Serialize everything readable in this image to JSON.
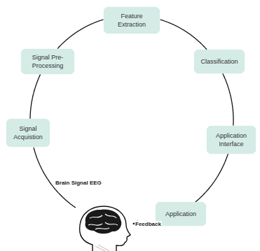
{
  "diagram": {
    "nodes": [
      {
        "text": [
          "Signal Acquistion"
        ]
      },
      {
        "text": [
          "Signal Pre-Processing"
        ]
      },
      {
        "text": [
          "Feature Extraction"
        ]
      },
      {
        "text": [
          "Classification"
        ]
      },
      {
        "text": [
          "Application Interface"
        ]
      },
      {
        "text": [
          "Application"
        ]
      }
    ],
    "edges": [
      {
        "from": 0,
        "to": 1,
        "arrow": "none"
      },
      {
        "from": 1,
        "to": 2,
        "arrow": "none"
      },
      {
        "from": 2,
        "to": 3,
        "arrow": "none"
      },
      {
        "from": 3,
        "to": 4,
        "arrow": "none"
      },
      {
        "from": 4,
        "to": 5,
        "arrow": "none"
      }
    ],
    "labels": [
      "Brain Signal EEG",
      "Feedback"
    ]
  }
}
